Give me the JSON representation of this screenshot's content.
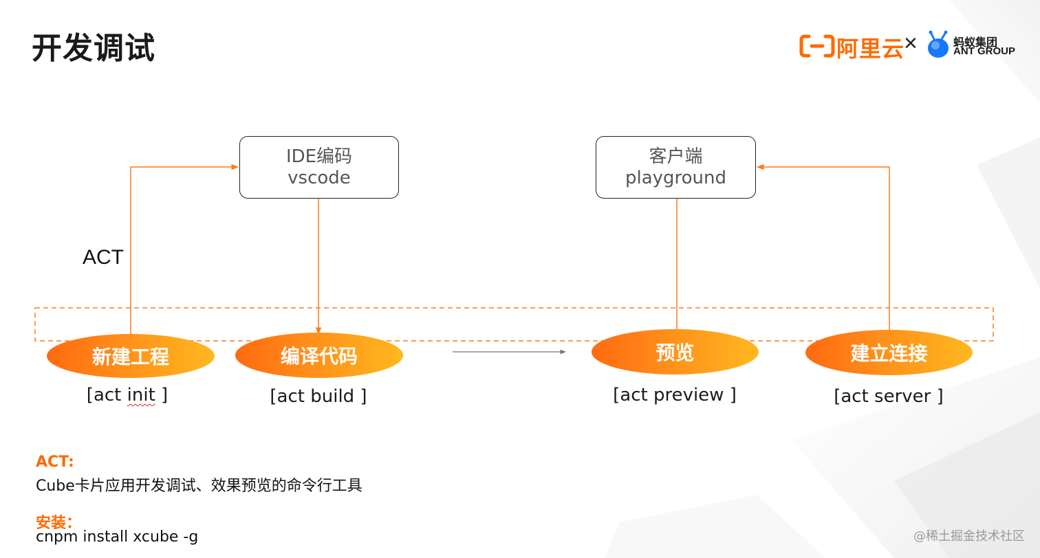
{
  "title": "开发调试",
  "logos": {
    "aliyun": "阿里云",
    "times": "×",
    "ant_cn": "蚂蚁集团",
    "ant_en": "ANT GROUP"
  },
  "boxes": [
    {
      "line1": "IDE编码",
      "line2": "vscode"
    },
    {
      "line1": "客户端",
      "line2": "playground"
    }
  ],
  "act_label": "ACT",
  "steps": [
    {
      "label": "新建工程",
      "cmd_open": "[act ",
      "cmd_word": "init",
      "cmd_close": " ]"
    },
    {
      "label": "编译代码",
      "cmd": "[act build ]"
    },
    {
      "label": "预览",
      "cmd": "[act preview ]"
    },
    {
      "label": "建立连接",
      "cmd": "[act server ]"
    }
  ],
  "footer": {
    "act_heading": "ACT:",
    "act_desc": "Cube卡片应用开发调试、效果预览的命令行工具",
    "install_heading": "安装：",
    "install_cmd": "cnpm install xcube -g"
  },
  "watermark": "@稀土掘金技术社区",
  "colors": {
    "accent": "#ff6a00",
    "arrow": "#ff7a1a",
    "gradient_start": "#ff6a10",
    "gradient_end": "#ffb81f"
  }
}
